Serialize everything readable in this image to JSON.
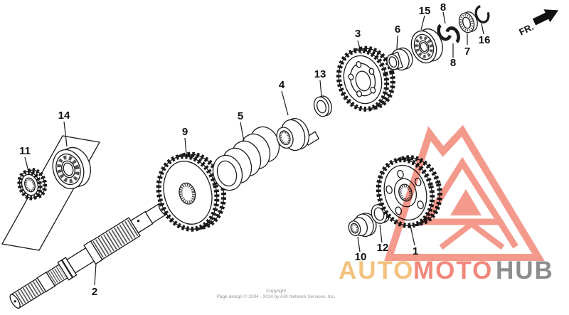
{
  "diagram": {
    "fr_label": "FR.",
    "labels": {
      "l1": "1",
      "l2": "2",
      "l3": "3",
      "l4": "4",
      "l5": "5",
      "l6": "6",
      "l7": "7",
      "l8a": "8",
      "l8b": "8",
      "l9": "9",
      "l10": "10",
      "l11": "11",
      "l12": "12",
      "l13": "13",
      "l14": "14",
      "l15": "15",
      "l16": "16"
    }
  },
  "watermark": {
    "auto": "AUTO",
    "moto": "MOTO",
    "hub": "HUB",
    "color_auto": "#f2c27e",
    "color_moto": "#f2877b",
    "color_hub": "#8d8d8d",
    "color_logo": "#f49a8c"
  },
  "footer": {
    "line1": "Copyright",
    "line2": "Page design © 2004 - 2014 by ARI Network Services, Inc."
  }
}
